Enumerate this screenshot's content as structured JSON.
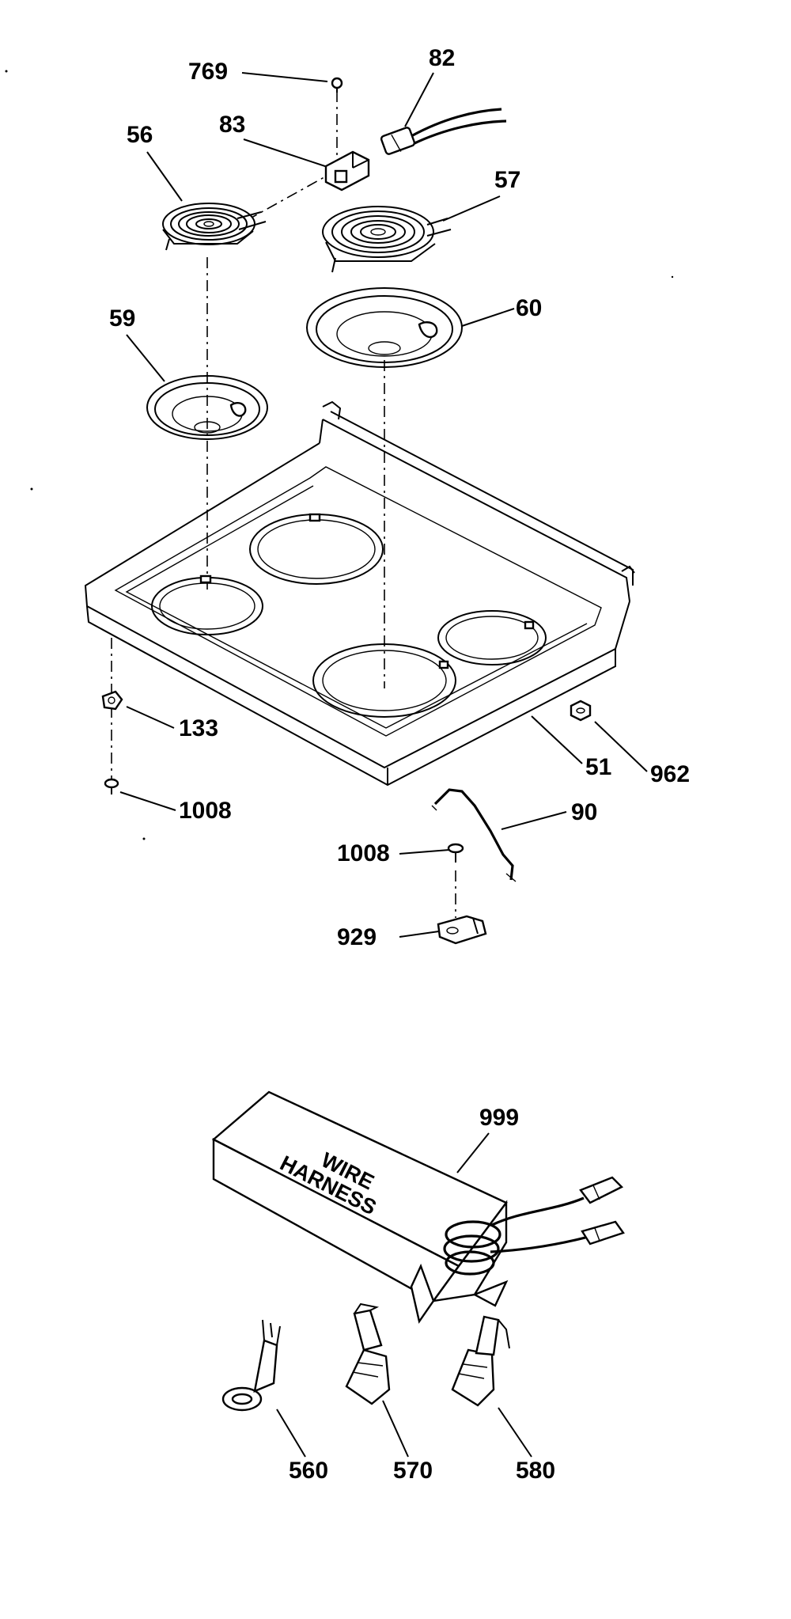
{
  "diagram": {
    "callouts": {
      "p769": "769",
      "p82": "82",
      "p56": "56",
      "p83": "83",
      "p57": "57",
      "p59": "59",
      "p60": "60",
      "p133": "133",
      "p1008a": "1008",
      "p51": "51",
      "p962": "962",
      "p90": "90",
      "p1008b": "1008",
      "p929": "929",
      "p999": "999",
      "p560": "560",
      "p570": "570",
      "p580": "580"
    },
    "wire_box_label": {
      "line1": "WIRE",
      "line2": "HARNESS"
    }
  }
}
